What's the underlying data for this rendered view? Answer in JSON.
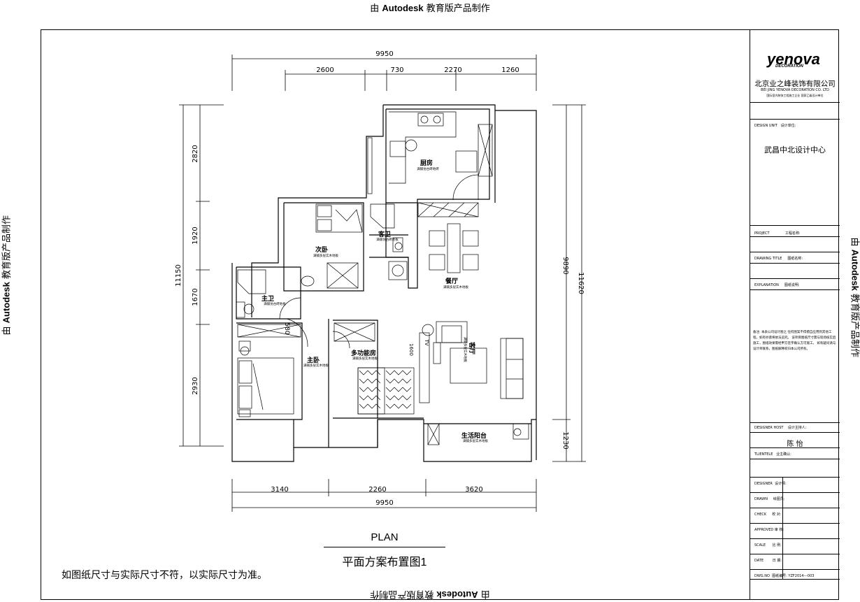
{
  "watermark": {
    "prefix": "由 ",
    "brand": "Autodesk",
    "suffix": " 教育版产品制作"
  },
  "plan": {
    "title_en": "PLAN",
    "title_cn": "平面方案布置图1",
    "note": "如图纸尺寸与实际尺寸不符，以实际尺寸为准。",
    "dims_top": {
      "total": "9950",
      "parts": [
        "2600",
        "730",
        "2270",
        "1260"
      ]
    },
    "dims_bottom": {
      "total": "9950",
      "parts": [
        "3140",
        "2260",
        "3620"
      ]
    },
    "dims_left": {
      "total": "11150",
      "parts": [
        "2820",
        "1920",
        "1670",
        "2930"
      ]
    },
    "dims_right": {
      "total": "11620",
      "middle": "9890",
      "lower": "1230"
    },
    "dim_580": "580",
    "dim_1600": "1600",
    "tv_label": "TV",
    "rooms": [
      {
        "name": "厨房",
        "floor": "满铺仿古砖地砖"
      },
      {
        "name": "客卫",
        "floor": "满铺仿古砖地板"
      },
      {
        "name": "次卧",
        "floor": "满铺多层实木地板"
      },
      {
        "name": "餐厅",
        "floor": "满铺多层实木地板"
      },
      {
        "name": "主卫",
        "floor": "满铺仿古砖地板"
      },
      {
        "name": "多功能房",
        "floor": "满铺多层实木地板"
      },
      {
        "name": "主卧",
        "floor": "满铺多层实木地板"
      },
      {
        "name": "客厅",
        "floor": "满铺多层实木地板"
      },
      {
        "name": "生活阳台",
        "floor": "满铺多层实木地板"
      }
    ]
  },
  "title_block": {
    "logo": "yenova",
    "logo_sub": "DECORATION",
    "company_cn": "北京业之峰装饰有限公司",
    "company_en": "BEI JING YENOVA DECORATION CO. LTD",
    "company_line3": "国际室内装饰工程施工企业 国家乙级设计单位",
    "design_unit_label": "DESIGN UNIT",
    "design_unit_cn": "设计单位:",
    "design_unit_value": "武昌中北设计中心",
    "project_label": "PROJECT",
    "project_cn": "工程名称:",
    "drawing_title_label": "DRAWING TITLE",
    "drawing_title_cn": "图纸名称:",
    "explanation_label": "EXPLANATION",
    "explanation_cn": "图纸说明:",
    "remark": "备注:\n本表公司设计图之 任何图案不得擅自应用到其他工程，如有抄袭将依法追究。 该项目图纸尺寸需与现场核实后施工，图纸效果需经甲方签字确认方可施工。 如有疑问请与设计师联系，图纸解释权归本公司所有。",
    "designer_host_label": "DESIGNER HOST",
    "designer_host_cn": "设计主持人:",
    "designer_host_value": "陈 怡",
    "client_label": "TLIENTELE",
    "client_cn": "业主确认:",
    "designer_label": "DESIGNER",
    "designer_cn": "设计师:",
    "drawn_label": "DRAWN",
    "drawn_cn": "绘图员:",
    "check_label": "CHECK",
    "check_cn": "校 对:",
    "approved_label": "APPROVED",
    "approved_cn": "审 核:",
    "scale_label": "SCALE",
    "scale_cn": "比 例:",
    "date_label": "DATE",
    "date_cn": "日 期:",
    "dwg_label": "DWG.NO",
    "dwg_cn": "图纸编号:",
    "dwg_value": "YZF2014---003"
  }
}
